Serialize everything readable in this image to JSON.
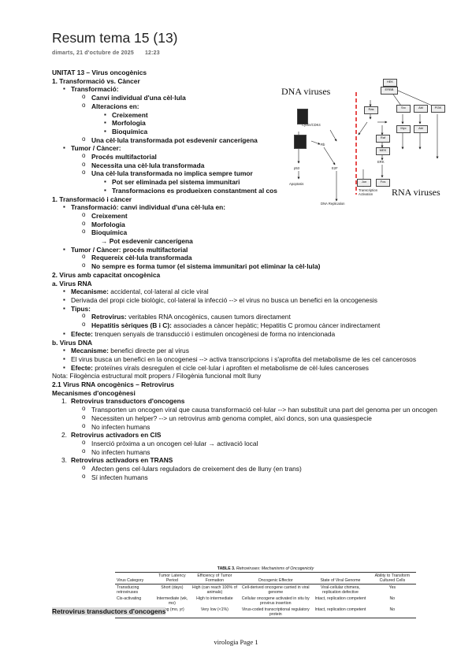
{
  "title": "Resum tema 15 (13)",
  "date": "dimarts, 21 d'octubre de 2025",
  "time": "12:23",
  "outline": {
    "unit_title": "UNITAT 13 – Virus oncogènics",
    "s1_heading": "1. Transformació vs. Càncer",
    "s1_transformacio": "Transformació:",
    "s1_t1": "Canvi individual d'una cèl·lula",
    "s1_t2": "Alteracions en:",
    "s1_t2a": "Creixement",
    "s1_t2b": "Morfologia",
    "s1_t2c": "Bioquímica",
    "s1_t3": "Una cèl·lula transformada pot esdevenir cancerígena",
    "s1_tumor": "Tumor / Càncer:",
    "s1_c1": "Procés multifactorial",
    "s1_c2": "Necessita una cèl·lula transformada",
    "s1_c3": "Una cèl·lula transformada no implica sempre tumor",
    "s1_c3a": "Pot ser eliminada pel sistema immunitari",
    "s1_c3b": "Transformacions es produeixen constantment al cos",
    "s1b_heading": "1. Transformació i càncer",
    "s1b_t": "Transformació: canvi individual d'una cèl·lula en:",
    "s1b_t1": "Creixement",
    "s1b_t2": "Morfologia",
    "s1b_t3": "Bioquímica",
    "s1b_t3a": "→ Pot esdevenir cancerígena",
    "s1b_tumor": "Tumor / Càncer: procés multifactorial",
    "s1b_c1": "Requereix cèl·lula transformada",
    "s1b_c2": "No sempre es forma tumor (el sistema immunitari pot eliminar la cèl·lula)",
    "s2_heading": "2. Virus amb capacitat oncogènica",
    "s2a_heading": "a. Virus RNA",
    "s2a_mec_label": "Mecanisme:",
    "s2a_mec": " accidental, col·lateral al cicle viral",
    "s2a_deriv": "Derivada del propi cicle biològic, col·lateral la infecció --> el virus no busca un benefici en la oncogenesis",
    "s2a_tipus": "Tipus:",
    "s2a_tip1_label": "Retrovirus:",
    "s2a_tip1": " veritables RNA oncogènics, causen tumors directament",
    "s2a_tip2_label": "Hepatitis sèriques (B i C):",
    "s2a_tip2": " associades a càncer hepàtic; Hepatitis C promou càncer indirectament",
    "s2a_efecte_label": "Efecte:",
    "s2a_efecte": " trenquen senyals de transducció i estimulen oncogènesi de forma no intencionada",
    "s2b_heading": "b. Virus DNA",
    "s2b_mec_label": "Mecanisme:",
    "s2b_mec": " benefici directe per al virus",
    "s2b_b1": "El virus busca un benefici en la oncogenesi --> activa transcripcions i s'aprofita del metabolisme de les cel cancerosos",
    "s2b_efecte_label": "Efecte:",
    "s2b_efecte": " proteïnes virals desregulen el cicle cel·lular i aprofiten el metabolisme de cèl·lules canceroses",
    "nota": "Nota: Filogència estructural molt propers / Filogènia funcional molt lluny",
    "s21_heading": "2.1 Virus RNA oncogènics – Retrovirus",
    "mec_heading": "Mecanismes d'oncogènesi",
    "m1_num": "1.",
    "m1": "Retrovirus transductors d'oncogens",
    "m1a": "Transporten un oncogen viral que causa transformació cel·lular --> han substituït una part del genoma per un oncogen",
    "m1b": "Necessiten un helper? --> un retrovirus amb genoma complet, així doncs, son una quasiespecie",
    "m1c": "No infecten humans",
    "m2_num": "2.",
    "m2": "Retrovirus activadors en CIS",
    "m2a": "Inserció pròxima a un oncogen cel·lular → activació local",
    "m2b": "No infecten humans",
    "m3_num": "3.",
    "m3": "Retrovirus activadors en TRANS",
    "m3a": "Afecten gens cel·lulars reguladors de creixement des de lluny (en trans)",
    "m3b": "Sí infecten humans",
    "highlight": "Retrovirus transductors d'oncogens"
  },
  "figure": {
    "dna_title": "DNA viruses",
    "rna_title": "RNA viruses",
    "label_dna_rep": "DNA Replication",
    "label_apoptosis": "Apoptosis",
    "label_transc": "Transcription\nActivation",
    "label_rb": "Rb",
    "label_p53": "p53",
    "label_e2f": "E2F",
    "label_cyclin": "Cyclin/CDK4",
    "label_hek": "HEK",
    "label_erbb": "ERBB",
    "label_ras": "Ras",
    "label_raf": "Raf",
    "label_mek": "MEK",
    "label_erk": "ERK",
    "label_jun": "Jun",
    "label_fos": "Fos",
    "label_src": "Src",
    "label_abl": "Abl",
    "label_myc": "Myc",
    "label_pi3k": "PI3K",
    "label_akt": "Akt"
  },
  "table": {
    "caption_label": "TABLE 3.",
    "caption_text": "Retroviruses: Mechanisms of Oncogenicity",
    "headers": [
      "Virus Category",
      "Tumor Latency Period",
      "Efficiency of Tumor Formation",
      "Oncogenic Effector",
      "State of Viral Genome",
      "Ability to Transform Cultured Cells"
    ],
    "rows": [
      [
        "Transducing retroviruses",
        "Short (days)",
        "High (can reach 100% of animals)",
        "Cell-derived oncogene carried in viral genome",
        "Viral-cellular chimera, replication defective",
        "Yes"
      ],
      [
        "Cis-activating",
        "Intermediate (wk, mo)",
        "High to intermediate",
        "Cellular oncogene activated in situ by provirus insertion",
        "Intact, replication competent",
        "No"
      ],
      [
        "Trans-activating",
        "Long (mo, yr)",
        "Very low (<1%)",
        "Virus-coded transcriptional regulatory protein",
        "Intact, replication competent",
        "No"
      ]
    ]
  },
  "footer": "virologia Page 1"
}
